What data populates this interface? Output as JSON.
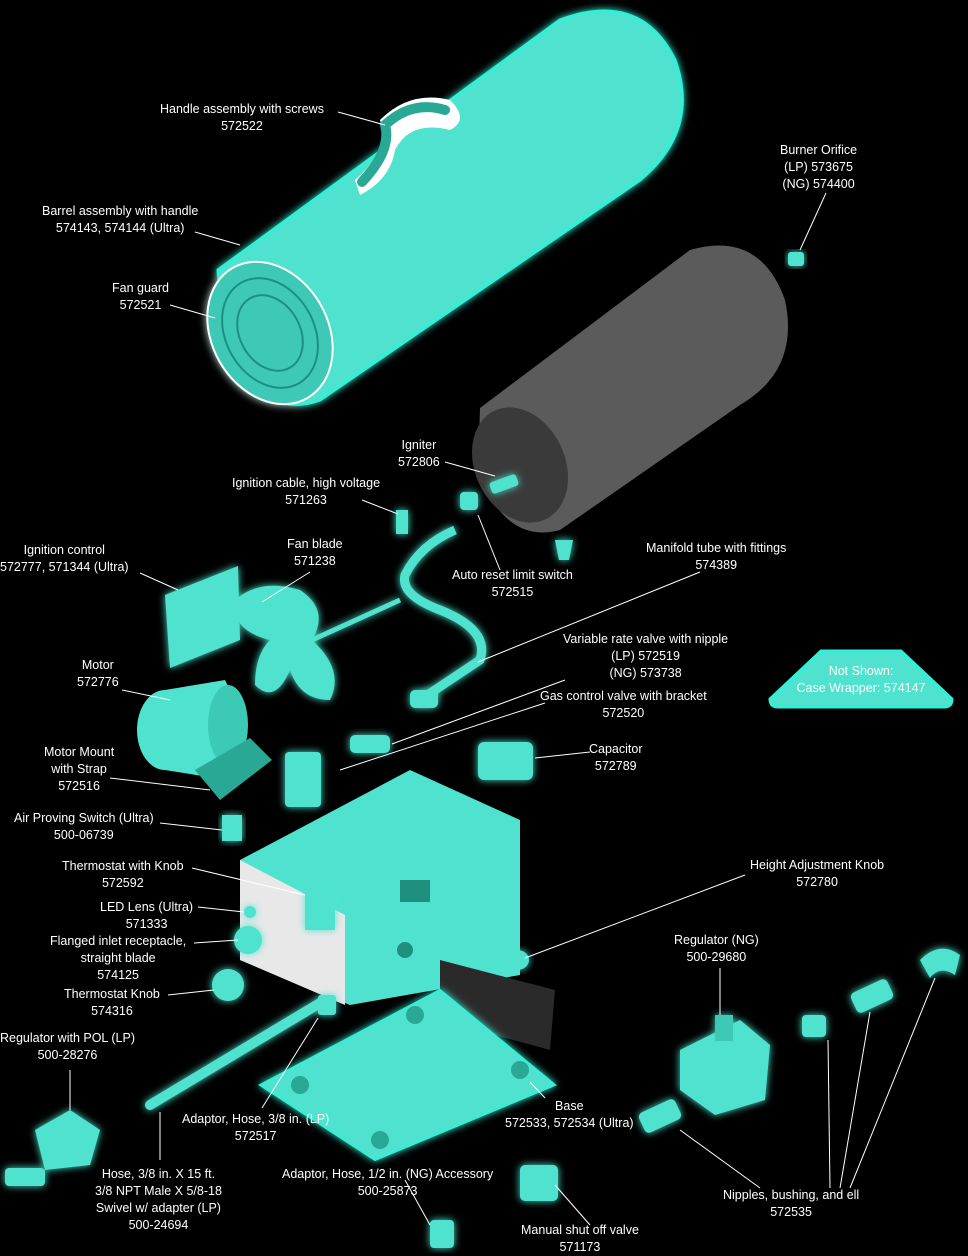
{
  "colors": {
    "part": "#4fe3cf",
    "glow": "#2ef2d8",
    "metal": "#5b5b5b",
    "dark": "#2a2a2a",
    "background": "#000000",
    "label": "#ffffff"
  },
  "labels": {
    "handle": {
      "name": "Handle assembly with screws",
      "part": "572522"
    },
    "barrel": {
      "name": "Barrel assembly with handle",
      "part": "574143, 574144 (Ultra)"
    },
    "fan_guard": {
      "name": "Fan guard",
      "part": "572521"
    },
    "burner_orifice": {
      "name": "Burner Orifice",
      "line2": "(LP) 573675",
      "line3": "(NG) 574400"
    },
    "igniter": {
      "name": "Igniter",
      "part": "572806"
    },
    "ignition_cable": {
      "name": "Ignition cable, high voltage",
      "part": "571263"
    },
    "ignition_control": {
      "name": "Ignition control",
      "part": "572777, 571344 (Ultra)"
    },
    "fan_blade": {
      "name": "Fan blade",
      "part": "571238"
    },
    "auto_reset": {
      "name": "Auto reset limit switch",
      "part": "572515"
    },
    "manifold": {
      "name": "Manifold tube with fittings",
      "part": "574389"
    },
    "variable_valve": {
      "name": "Variable rate valve with nipple",
      "line2": "(LP) 572519",
      "line3": "(NG) 573738"
    },
    "gas_control": {
      "name": "Gas control valve with bracket",
      "part": "572520"
    },
    "motor": {
      "name": "Motor",
      "part": "572776"
    },
    "motor_mount": {
      "name": "Motor Mount",
      "line2": "with Strap",
      "part": "572516"
    },
    "capacitor": {
      "name": "Capacitor",
      "part": "572789"
    },
    "air_proving": {
      "name": "Air Proving Switch (Ultra)",
      "part": "500-06739"
    },
    "thermostat_knob_assy": {
      "name": "Thermostat with Knob",
      "part": "572592"
    },
    "led_lens": {
      "name": "LED Lens (Ultra)",
      "part": "571333"
    },
    "flanged_inlet": {
      "name": "Flanged inlet receptacle,",
      "line2": "straight blade",
      "part": "574125"
    },
    "thermostat_knob": {
      "name": "Thermostat Knob",
      "part": "574316"
    },
    "height_knob": {
      "name": "Height Adjustment Knob",
      "part": "572780"
    },
    "regulator_ng": {
      "name": "Regulator (NG)",
      "part": "500-29680"
    },
    "regulator_pol": {
      "name": "Regulator with POL (LP)",
      "part": "500-28276"
    },
    "adaptor_38": {
      "name": "Adaptor, Hose, 3/8 in. (LP)",
      "part": "572517"
    },
    "base": {
      "name": "Base",
      "part": "572533, 572534 (Ultra)"
    },
    "hose": {
      "name": "Hose, 3/8 in. X 15 ft.",
      "line2": "3/8 NPT Male X 5/8-18",
      "line3": "Swivel w/ adapter (LP)",
      "part": "500-24694"
    },
    "adaptor_12": {
      "name": "Adaptor, Hose, 1/2 in. (NG) Accessory",
      "part": "500-25873"
    },
    "nipples": {
      "name": "Nipples, bushing, and ell",
      "part": "572535"
    },
    "shutoff": {
      "name": "Manual shut off valve",
      "part": "571173"
    }
  },
  "note": {
    "line1": "Not Shown:",
    "line2": "Case Wrapper: 574147"
  }
}
